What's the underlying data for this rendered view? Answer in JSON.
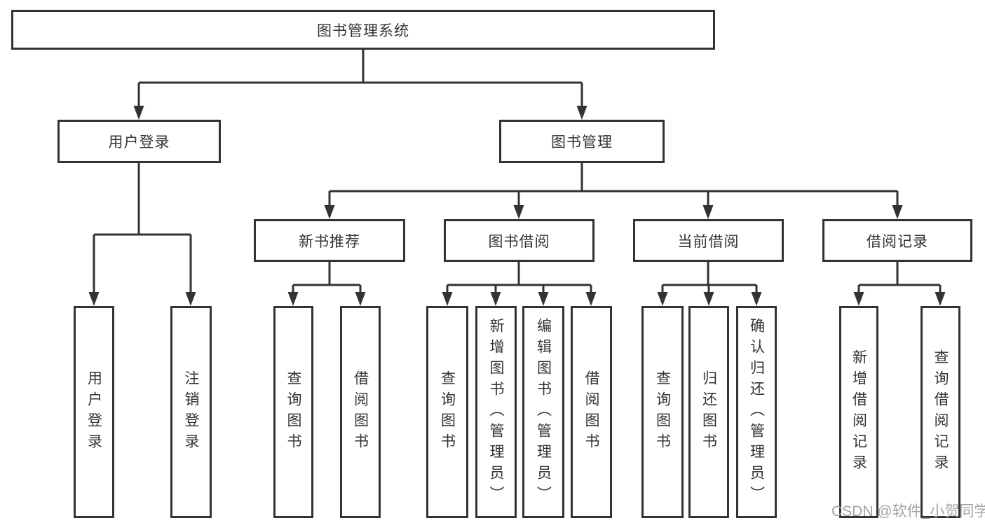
{
  "diagram": {
    "root": {
      "label": "图书管理系统"
    },
    "level2": [
      {
        "id": "user-login",
        "label": "用户登录"
      },
      {
        "id": "book-mgmt",
        "label": "图书管理"
      }
    ],
    "level3": [
      {
        "id": "new-book-recommend",
        "label": "新书推荐"
      },
      {
        "id": "book-borrow",
        "label": "图书借阅"
      },
      {
        "id": "current-borrow",
        "label": "当前借阅"
      },
      {
        "id": "borrow-records",
        "label": "借阅记录"
      }
    ],
    "leaves": [
      "用户登录",
      "注销登录",
      "查询图书",
      "借阅图书",
      "查询图书",
      "新增图书（管理员）",
      "编辑图书（管理员）",
      "借阅图书",
      "查询图书",
      "归还图书",
      "确认归还（管理员）",
      "新增借阅记录",
      "查询借阅记录"
    ],
    "colors": {
      "line": "#333333",
      "box_border": "#333333",
      "text": "#333333",
      "watermark": "#a3a3a3",
      "background": "#ffffff"
    },
    "watermark": "CSDN @软件_小贺同学"
  }
}
